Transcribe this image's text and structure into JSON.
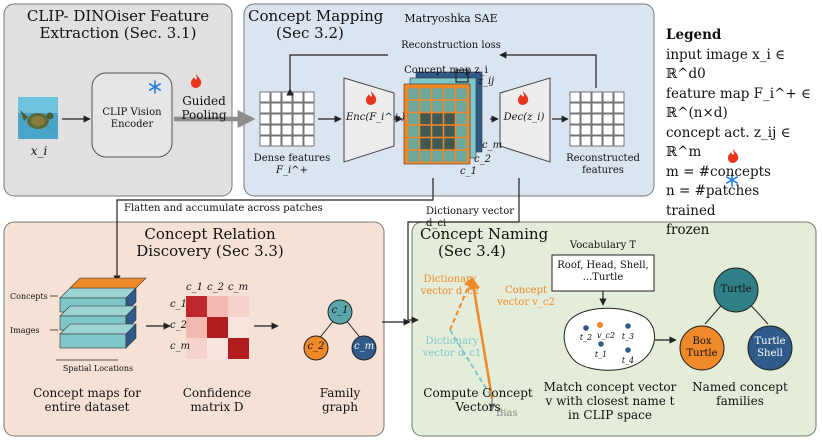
{
  "panels": {
    "extraction": {
      "title_line1": "CLIP- DINOiser Feature",
      "title_line2": "Extraction (Sec. 3.1)"
    },
    "mapping": {
      "title_line1": "Concept Mapping",
      "title_line2": "(Sec 3.2)",
      "subtitle": "Matryoshka SAE"
    },
    "relation": {
      "title_line1": "Concept Relation",
      "title_line2": "Discovery (Sec 3.3)"
    },
    "naming": {
      "title_line1": "Concept Naming",
      "title_line2": "(Sec 3.4)"
    }
  },
  "extraction": {
    "image_var": "x_i",
    "encoder_line1": "CLIP Vision",
    "encoder_line2": "Encoder",
    "pooling_line1": "Guided",
    "pooling_line2": "Pooling"
  },
  "mapping": {
    "recon_loss": "Reconstruction loss",
    "concept_map_label": "Concept map z_i",
    "enc_label": "Enc(F_i^+)",
    "dec_label": "Dec(z_i)",
    "dense_line1": "Dense features",
    "dense_line2": "F_i^+",
    "recon_line1": "Reconstructed",
    "recon_line2": "features",
    "zij": "z_ij",
    "c1": "c_1",
    "c2": "c_2",
    "cm": "c_m"
  },
  "flows": {
    "flatten": "Flatten and accumulate across patches",
    "dict_vector": "Dictionary vector d_ci"
  },
  "relation": {
    "axis_concepts": "Concepts",
    "axis_images": "Images",
    "axis_spatial": "Spatial Locations",
    "maps_caption_line1": "Concept maps for",
    "maps_caption_line2": "entire dataset",
    "matrix_rows": [
      "c_1",
      "c_2",
      "c_m"
    ],
    "matrix_cols": [
      "c_1",
      "c_2",
      "c_m"
    ],
    "matrix_caption_line1": "Confidence",
    "matrix_caption_line2": "matrix D",
    "graph_nodes": [
      "c_1",
      "c_2",
      "c_m"
    ],
    "graph_caption_line1": "Family",
    "graph_caption_line2": "graph"
  },
  "naming": {
    "dict1_line1": "Dictionary",
    "dict1_line2": "vector d_c1",
    "dict2_line1": "Dictionary",
    "dict2_line2": "vector d_c2",
    "concept_line1": "Concept",
    "concept_line2": "vector v_c2",
    "bias": "Bias",
    "vocab_title": "Vocabulary T",
    "vocab_line1": "Roof, Head, Shell,",
    "vocab_line2": "...Turtle",
    "points": [
      "t_2",
      "v_c2",
      "t_3",
      "t_1",
      "t_4"
    ],
    "compute_caption_line1": "Compute Concept",
    "compute_caption_line2": "Vectors",
    "match_caption_line1": "Match concept vector",
    "match_caption_line2": "v with closest name t",
    "match_caption_line3": "in CLIP space",
    "tree_nodes": [
      "Turtle",
      "Box Turtle",
      "Turtle Shell"
    ],
    "tree_node_lines": {
      "box_line1": "Box",
      "box_line2": "Turtle",
      "shell_line1": "Turtle",
      "shell_line2": "Shell"
    },
    "named_caption_line1": "Named concept",
    "named_caption_line2": "families"
  },
  "legend": {
    "title": "Legend",
    "items": [
      "input image  x_i ∈ ℝ^d0",
      "feature map F_i^+ ∈ ℝ^(n×d)",
      "concept act. z_ij ∈ ℝ^m",
      "m = #concepts",
      "n = #patches",
      "trained",
      "frozen"
    ]
  },
  "colors": {
    "extraction_bg": "#e0e0e0",
    "mapping_bg": "#dbe5f1",
    "relation_bg": "#f6e1d6",
    "naming_bg": "#e3edd9",
    "teal": "#2e7f86",
    "navy": "#2f5a8a",
    "orange": "#f0892a",
    "dark_red": "#b41d1f",
    "light_teal": "#7fc6c8"
  }
}
